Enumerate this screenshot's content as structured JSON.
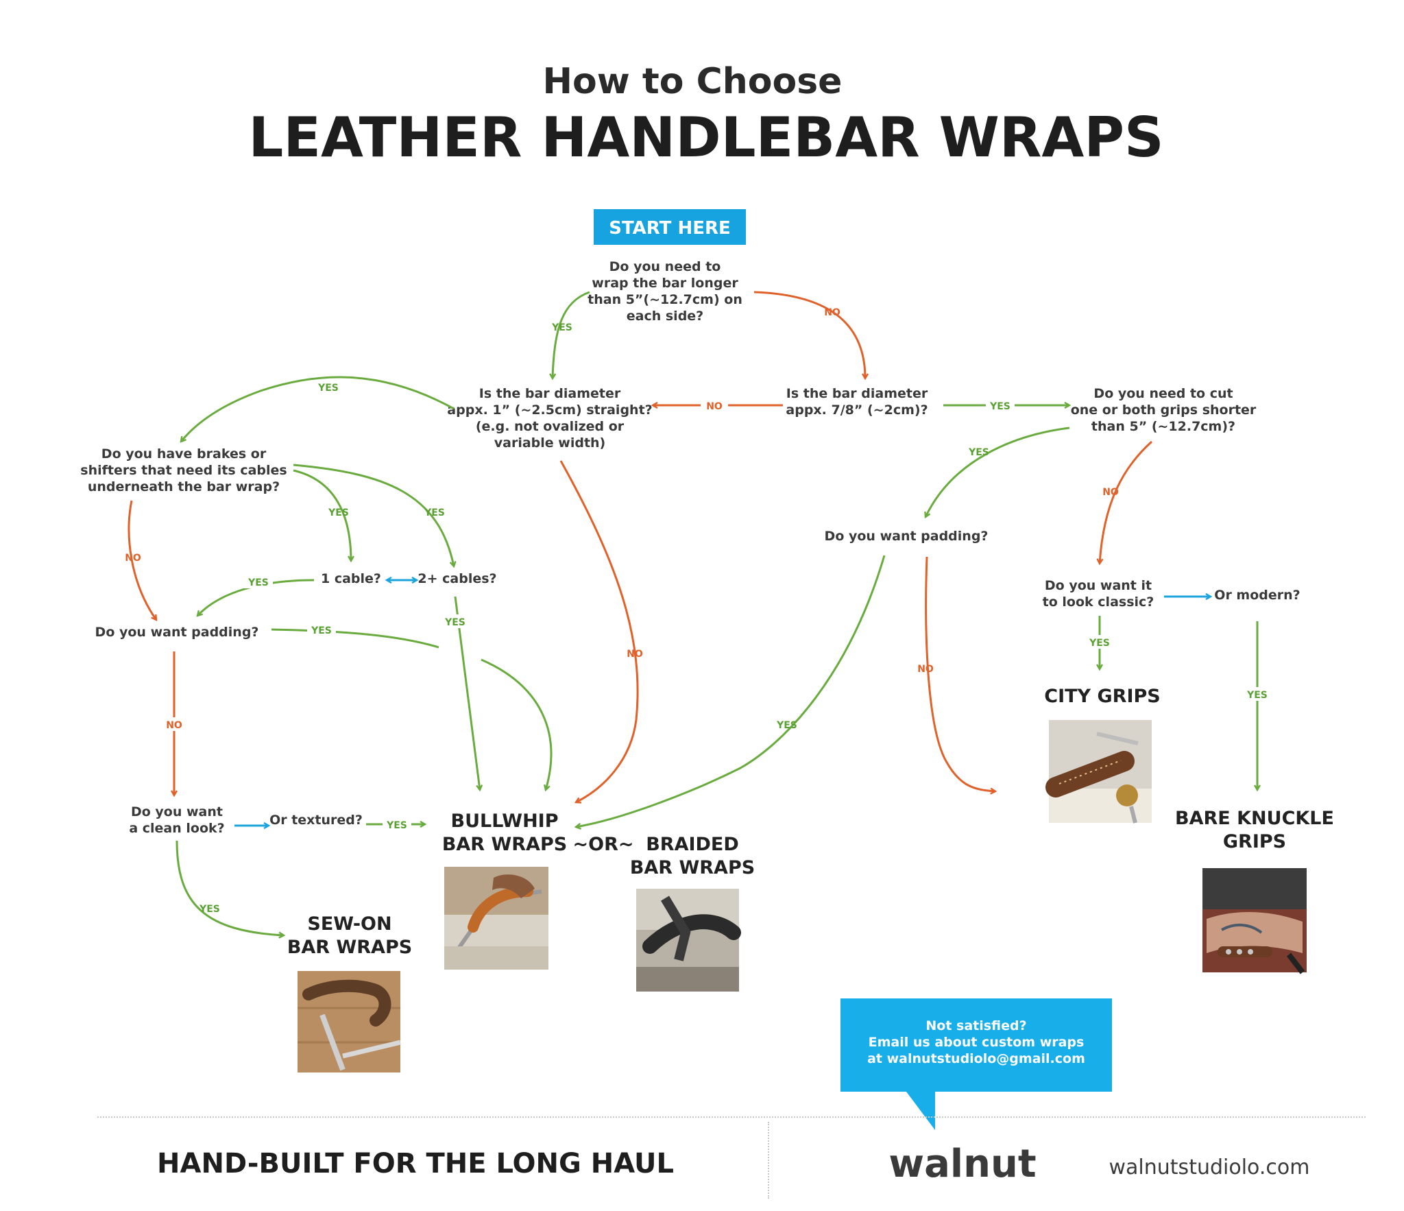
{
  "title": {
    "line1": "How to Choose",
    "line2": "LEATHER HANDLEBAR WRAPS"
  },
  "start_label": "START HERE",
  "questions": {
    "q1": [
      "Do you need to",
      "wrap the bar longer",
      "than 5”(~12.7cm) on",
      "each side?"
    ],
    "q2": [
      "Is the bar diameter",
      "appx. 1” (~2.5cm) straight?",
      "(e.g. not ovalized or",
      "variable width)"
    ],
    "q3": [
      "Is the bar diameter",
      "appx. 7/8” (~2cm)?"
    ],
    "q4": [
      "Do you need to cut",
      "one or both grips shorter",
      "than 5” (~12.7cm)?"
    ],
    "q5": [
      "Do you have brakes or",
      "shifters that need its cables",
      "underneath the bar wrap?"
    ],
    "q6": "1 cable?",
    "q7": "2+ cables?",
    "q8": "Do you want padding?",
    "q9": [
      "Do you want",
      "a clean look?"
    ],
    "q10": "Or textured?",
    "q11": "Do you want padding?",
    "q12": [
      "Do you want it",
      "to look classic?"
    ],
    "q13": "Or modern?"
  },
  "labels": {
    "yes": "YES",
    "no": "NO"
  },
  "products": {
    "bullwhip": [
      "BULLWHIP",
      "BAR WRAPS"
    ],
    "or": "~OR~",
    "braided": [
      "BRAIDED",
      "BAR WRAPS"
    ],
    "sewon": [
      "SEW-ON",
      "BAR WRAPS"
    ],
    "city": "CITY GRIPS",
    "bare": [
      "BARE KNUCKLE",
      "GRIPS"
    ]
  },
  "callout": [
    "Not satisfied?",
    "Email us about custom wraps",
    "at walnutstudiolo@gmail.com"
  ],
  "footer": {
    "tagline": "HAND-BUILT FOR THE LONG HAUL",
    "logo": "walnut",
    "website": "walnutstudiolo.com"
  },
  "colors": {
    "yes_green": "#6aab3f",
    "no_orange": "#e0612a",
    "accent_blue": "#1aa3dd",
    "callout_blue": "#1ab0ec",
    "text_dark": "#222222"
  }
}
